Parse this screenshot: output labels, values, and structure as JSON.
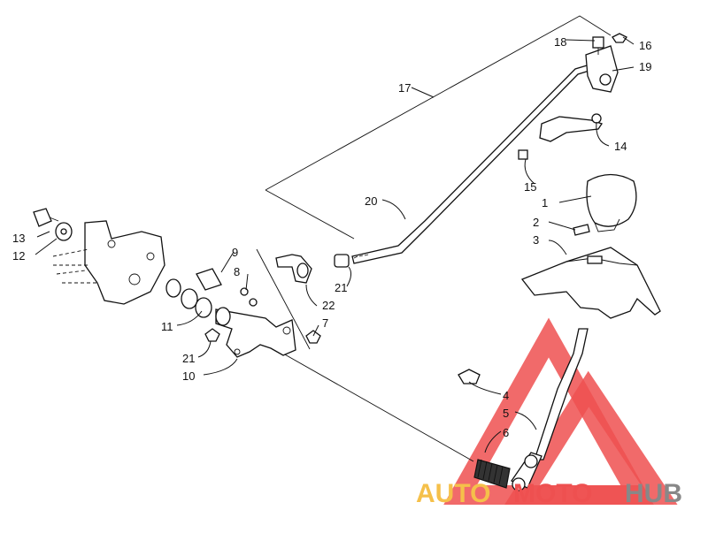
{
  "callouts": {
    "p1": "1",
    "p2": "2",
    "p3": "3",
    "p4": "4",
    "p5": "5",
    "p6": "6",
    "p7": "7",
    "p8": "8",
    "p9": "9",
    "p10": "10",
    "p11": "11",
    "p12": "12",
    "p13": "13",
    "p14": "14",
    "p15": "15",
    "p16": "16",
    "p17": "17",
    "p18": "18",
    "p19": "19",
    "p20": "20",
    "p21a": "21",
    "p21b": "21",
    "p22": "22"
  },
  "watermark": {
    "word1": "AUTO",
    "word2": "MOTO",
    "word3": "HUB",
    "color1": "#f5c04a",
    "color2": "#ee5050",
    "color3": "#888888"
  }
}
